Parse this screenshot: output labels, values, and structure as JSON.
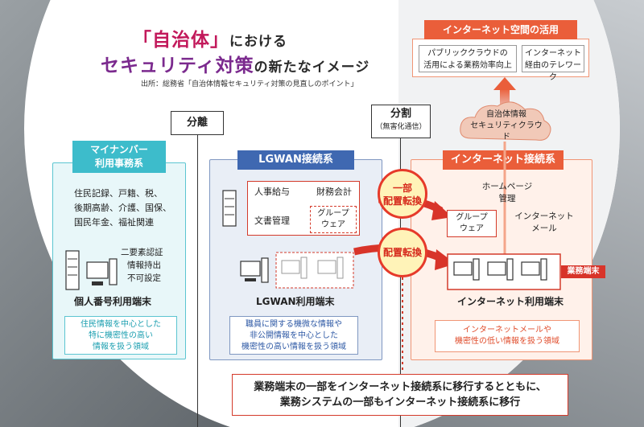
{
  "title": {
    "line1_open": "「",
    "line1_accent": "自治体",
    "line1_close": "」",
    "line1_rest": "における",
    "line2_accent": "セキュリティ対策",
    "line2_rest": "の新たなイメージ",
    "source": "出所：総務省「自治体情報セキュリティ対策の見直しのポイント」"
  },
  "dividers": {
    "bunri": "分離",
    "bunkatsu": "分割",
    "bunkatsu_sub": "（無害化通信）"
  },
  "mynumber": {
    "header_line1": "マイナンバー",
    "header_line2": "利用事務系",
    "items": [
      "住民記録、戸籍、税、",
      "後期高齢、介護、国保、",
      "国民年金、福祉関連"
    ],
    "auth_line1": "二要素認証",
    "auth_line2": "情報持出",
    "auth_line3": "不可設定",
    "terminal": "個人番号利用端末",
    "note": [
      "住民情報を中心とした",
      "特に機密性の高い",
      "情報を扱う領域"
    ]
  },
  "lgwan": {
    "header": "LGWAN接続系",
    "box1": "人事給与",
    "box2": "財務会計",
    "box3": "文書管理",
    "box4_line1": "グループ",
    "box4_line2": "ウェア",
    "terminal": "LGWAN利用端末",
    "note": [
      "職員に関する機微な情報や",
      "非公開情報を中心とした",
      "機密性の高い情報を扱う領域"
    ]
  },
  "internet": {
    "header": "インターネット接続系",
    "homepage_line1": "ホームページ",
    "homepage_line2": "管理",
    "groupware_line1": "グループ",
    "groupware_line2": "ウェア",
    "mail_line1": "インターネット",
    "mail_line2": "メール",
    "terminal": "インターネット利用端末",
    "gyomu_tag": "業務端末",
    "note": [
      "インターネットメールや",
      "機密性の低い情報を扱う領域"
    ]
  },
  "cloud": {
    "line1": "自治体情報",
    "line2": "セキュリティクラウド"
  },
  "internet_space": {
    "header": "インターネット空間の活用",
    "item1_line1": "パブリッククラウドの",
    "item1_line2": "活用による業務効率向上",
    "item2_line1": "インターネット",
    "item2_line2": "経由のテレワーク"
  },
  "bubbles": {
    "partial_line1": "一部",
    "partial_line2": "配置転換",
    "relocate": "配置転換"
  },
  "bottom": {
    "line1": "業務端末の一部をインターネット接続系に移行するとともに、",
    "line2": "業務システムの一部もインターネット接続系に移行"
  },
  "colors": {
    "cyan": "#3dbccb",
    "blue": "#3f68b1",
    "orange": "#ea5e3a",
    "red": "#d8342a",
    "magenta": "#c2195b",
    "purple": "#7b2a8e"
  }
}
